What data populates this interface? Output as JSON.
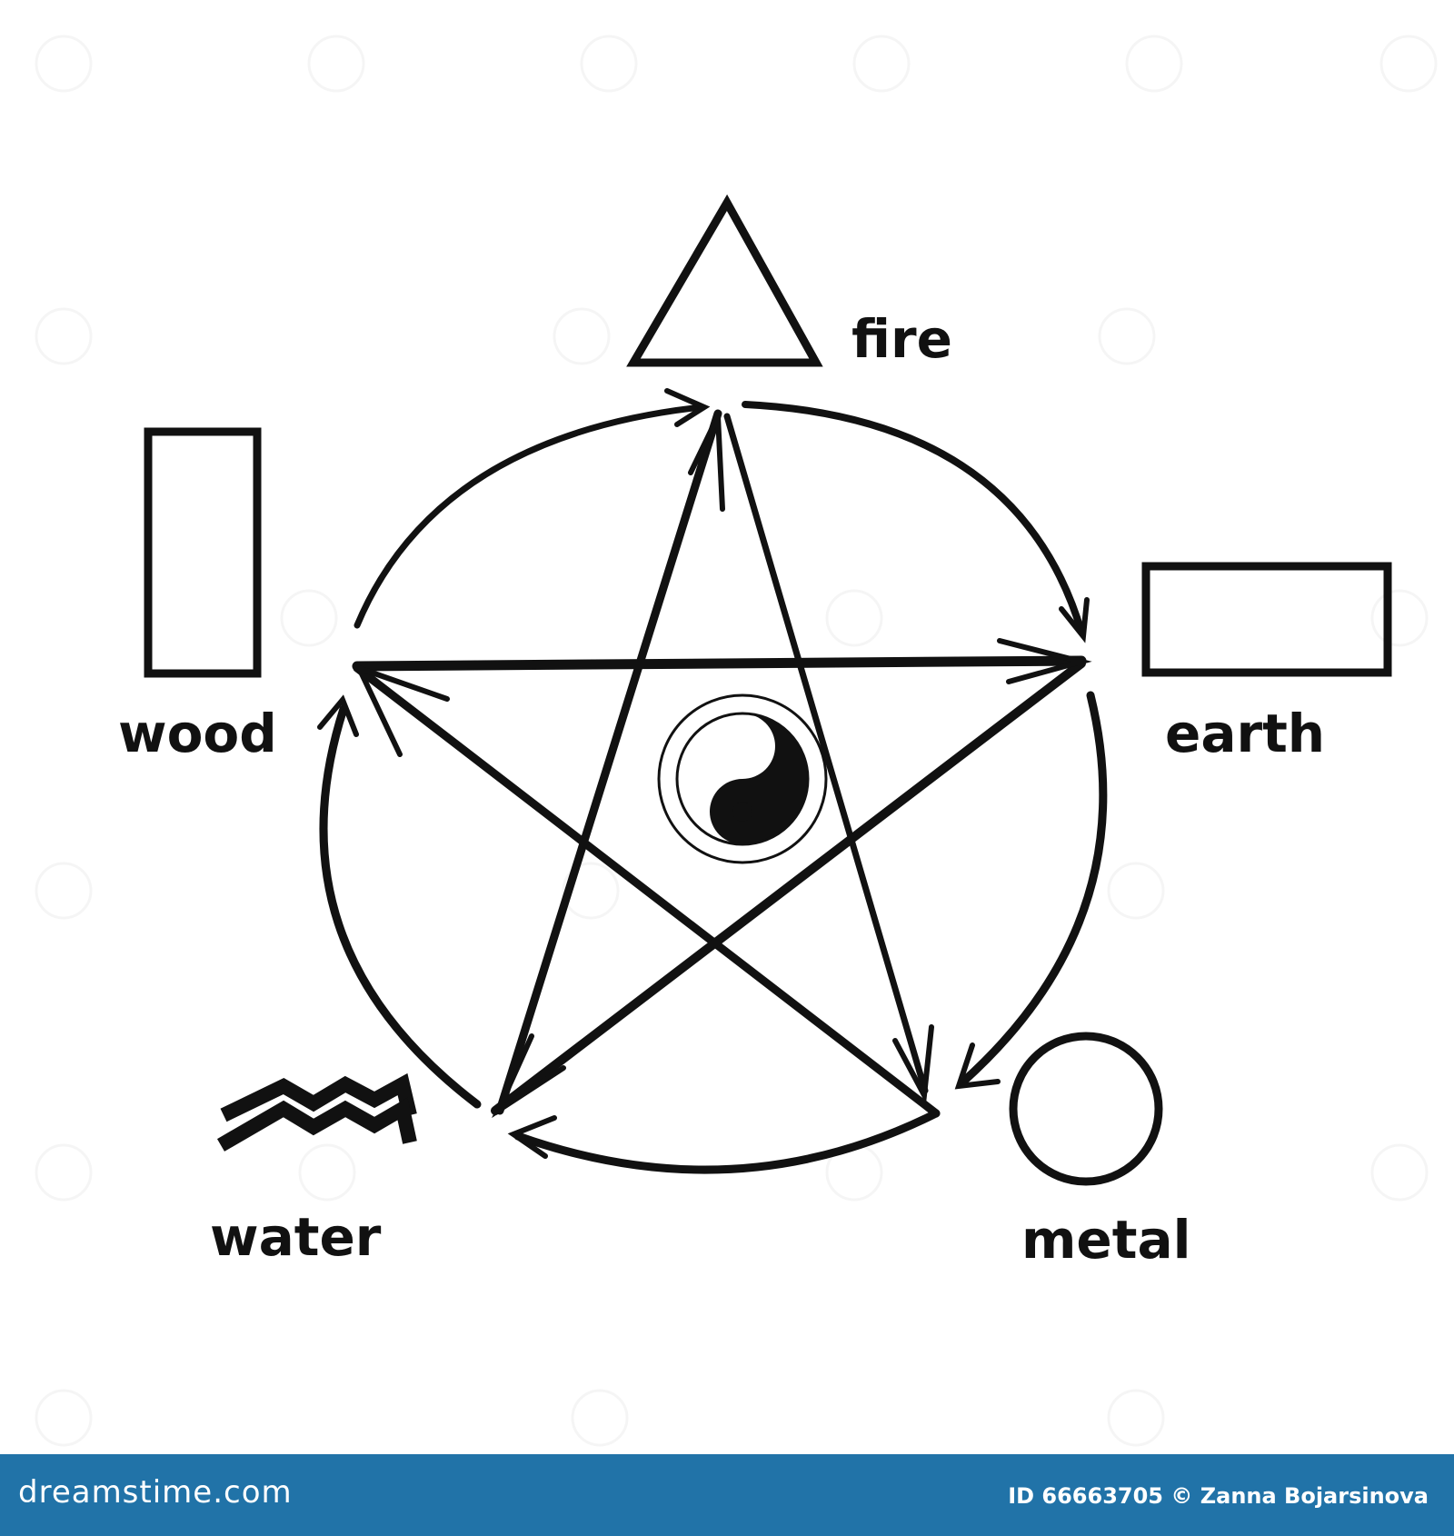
{
  "elements": {
    "fire": "fire",
    "wood": "wood",
    "earth": "earth",
    "water": "water",
    "metal": "metal"
  },
  "footer": {
    "site": "dreamstime.com",
    "credit": "ID 66663705 © Zanna Bojarsinova",
    "background": "#2173a8"
  },
  "colors": {
    "ink": "#111111",
    "background": "#ffffff"
  },
  "icons": [
    "triangle-icon",
    "vertical-rectangle-icon",
    "horizontal-rectangle-icon",
    "wave-icon",
    "circle-icon",
    "yin-yang-icon"
  ]
}
